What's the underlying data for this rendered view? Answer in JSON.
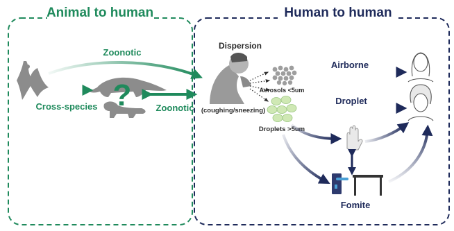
{
  "panels": {
    "left_title": "Animal to human",
    "right_title": "Human to human"
  },
  "labels": {
    "zoonotic_top": "Zoonotic",
    "cross_species": "Cross-species",
    "zoonotic_bottom": "Zoonotic",
    "question_mark": "?",
    "dispersion": "Dispersion",
    "coughing": "(coughing/sneezing)",
    "aerosols": "Aerosols <5um",
    "droplets_size": "Droplets >5um",
    "airborne": "Airborne",
    "droplet": "Droplet",
    "fomite": "Fomite"
  },
  "colors": {
    "green": "#1f8a5c",
    "navy": "#1e2a5a",
    "gray_figure": "#8c8c8c",
    "droplet_fill": "#cfe8b4"
  },
  "icons": [
    "bat-icon",
    "pangolin-icon",
    "ferret-icon",
    "coughing-person-icon",
    "aerosol-particles-icon",
    "droplets-icon",
    "person-head-icon",
    "hand-icon",
    "door-handle-icon",
    "table-icon"
  ]
}
